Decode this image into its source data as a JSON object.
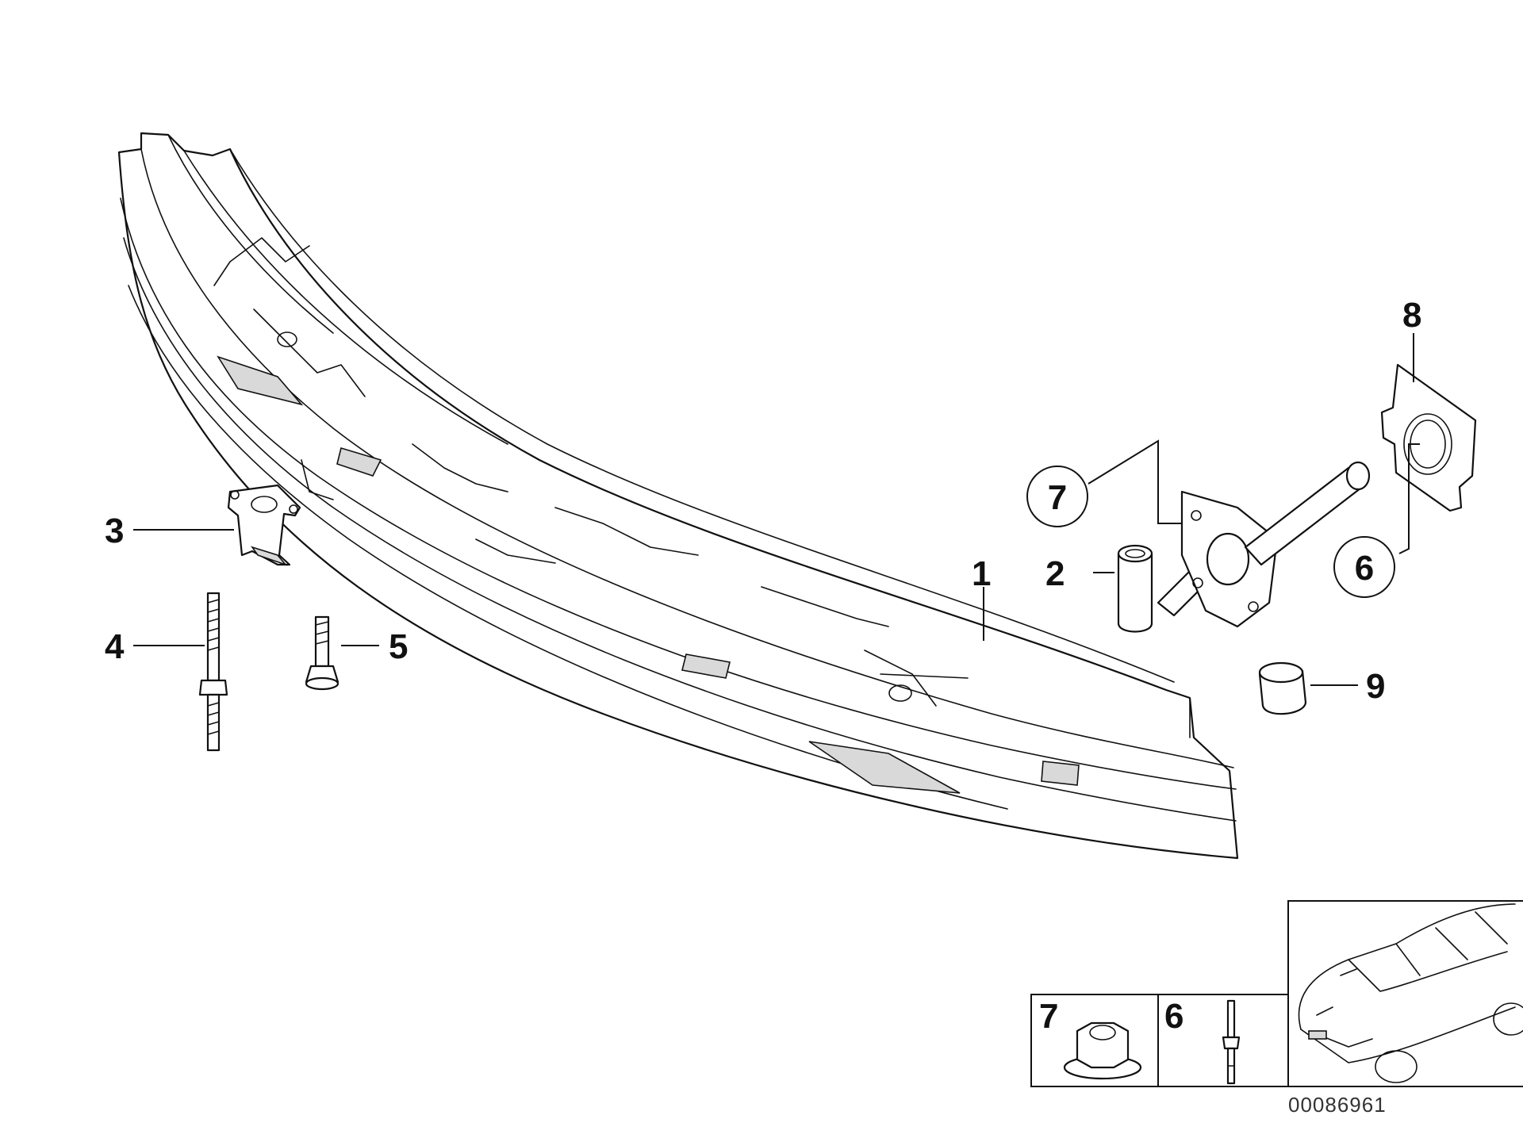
{
  "callouts": [
    {
      "id": "1",
      "label": "1"
    },
    {
      "id": "2",
      "label": "2"
    },
    {
      "id": "3",
      "label": "3"
    },
    {
      "id": "4",
      "label": "4"
    },
    {
      "id": "5",
      "label": "5"
    },
    {
      "id": "6",
      "label": "6",
      "circled": true
    },
    {
      "id": "7",
      "label": "7",
      "circled": true
    },
    {
      "id": "8",
      "label": "8"
    },
    {
      "id": "9",
      "label": "9"
    }
  ],
  "inset": {
    "nut_label": "7",
    "stud_label": "6"
  },
  "reference_number": "00086961"
}
